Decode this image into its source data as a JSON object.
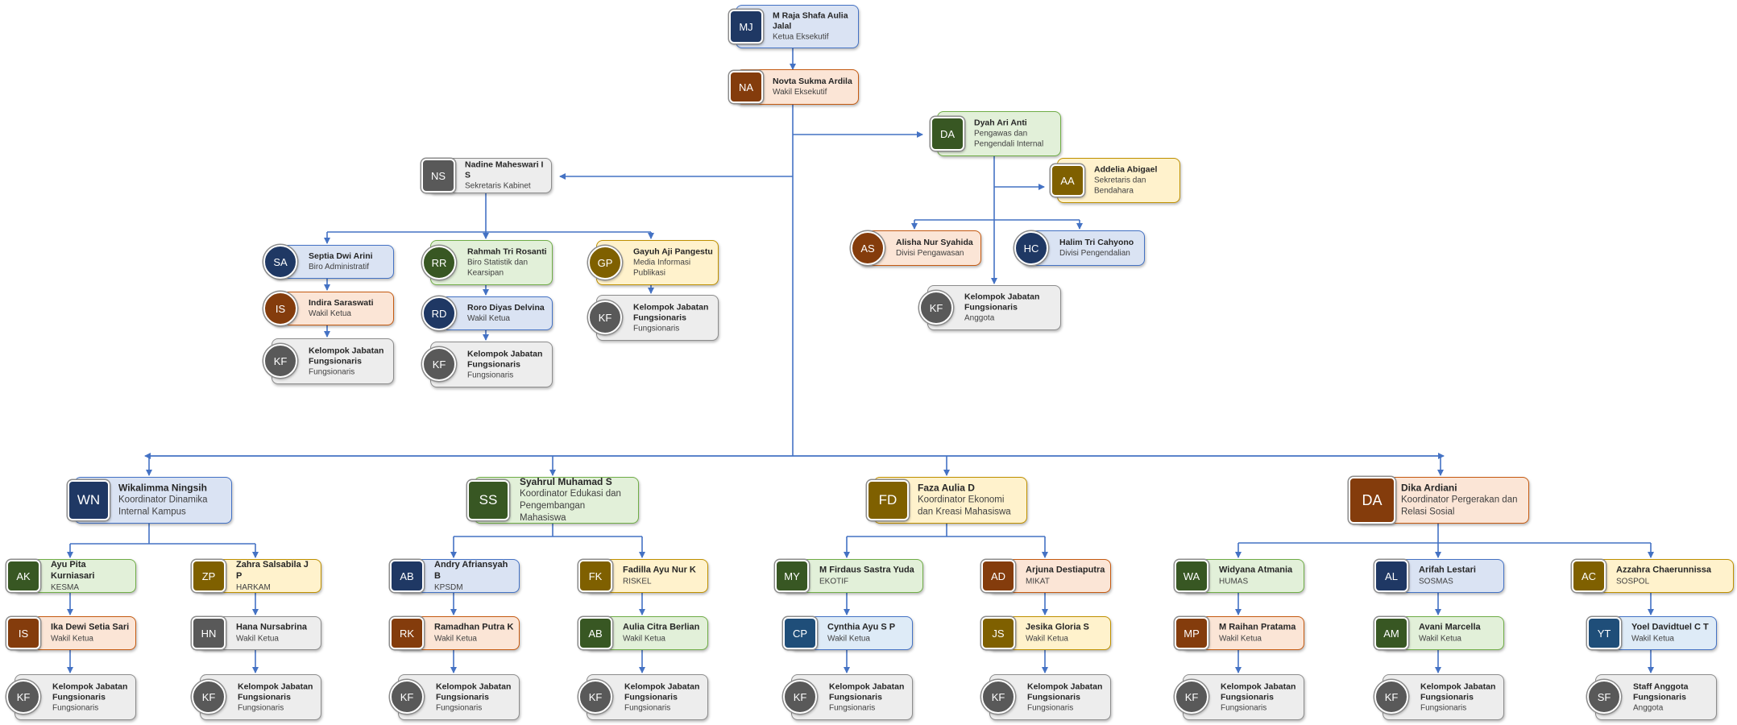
{
  "colors": {
    "connector": "#4472c4",
    "card_blue": "#dae3f3",
    "card_orange": "#fbe5d6",
    "card_green": "#e2f0d9",
    "card_yellow": "#fff2cc",
    "card_gray": "#ededed",
    "avatar_navy": "#1f3864",
    "avatar_brown": "#843c0c",
    "avatar_green": "#385723",
    "avatar_olive": "#7f6000",
    "avatar_gray": "#595959"
  },
  "nodes": {
    "ketua": {
      "initials": "MJ",
      "name": "M Raja Shafa Aulia Jalal",
      "role": "Ketua Eksekutif"
    },
    "wakil": {
      "initials": "NA",
      "name": "Novta Sukma Ardila",
      "role": "Wakil Eksekutif"
    },
    "pengawas": {
      "initials": "DA",
      "name": "Dyah Ari Anti",
      "role": "Pengawas dan Pengendali Internal"
    },
    "sekretaris_bendahara": {
      "initials": "AA",
      "name": "Addelia Abigael",
      "role": "Sekretaris dan Bendahara"
    },
    "div_pengawasan": {
      "initials": "AS",
      "name": "Alisha Nur Syahida",
      "role": "Divisi Pengawasan"
    },
    "div_pengendalian": {
      "initials": "HC",
      "name": "Halim Tri Cahyono",
      "role": "Divisi Pengendalian"
    },
    "kf_pengawas": {
      "initials": "KF",
      "name": "Kelompok Jabatan Fungsionaris",
      "role": "Anggota"
    },
    "sekkab": {
      "initials": "NS",
      "name": "Nadine Maheswari I S",
      "role": "Sekretaris Kabinet"
    },
    "biro_admin": {
      "initials": "SA",
      "name": "Septia Dwi Arini",
      "role": "Biro Administratif"
    },
    "biro_admin_wakil": {
      "initials": "IS",
      "name": "Indira Saraswati",
      "role": "Wakil Ketua"
    },
    "biro_admin_kf": {
      "initials": "KF",
      "name": "Kelompok Jabatan Fungsionaris",
      "role": "Fungsionaris"
    },
    "biro_statistik": {
      "initials": "RR",
      "name": "Rahmah Tri Rosanti",
      "role": "Biro Statistik dan Kearsipan"
    },
    "biro_statistik_wakil": {
      "initials": "RD",
      "name": "Roro Diyas Delvina",
      "role": "Wakil Ketua"
    },
    "biro_statistik_kf": {
      "initials": "KF",
      "name": "Kelompok Jabatan Fungsionaris",
      "role": "Fungsionaris"
    },
    "media": {
      "initials": "GP",
      "name": "Gayuh Aji Pangestu",
      "role": "Media Informasi Publikasi"
    },
    "media_kf": {
      "initials": "KF",
      "name": "Kelompok Jabatan Fungsionaris",
      "role": "Fungsionaris"
    },
    "koord_internal": {
      "initials": "WN",
      "name": "Wikalimma Ningsih",
      "role": "Koordinator Dinamika Internal Kampus"
    },
    "kesma": {
      "initials": "AK",
      "name": "Ayu Pita Kurniasari",
      "role": "KESMA"
    },
    "kesma_wakil": {
      "initials": "IS",
      "name": "Ika Dewi Setia Sari",
      "role": "Wakil Ketua"
    },
    "kesma_kf": {
      "initials": "KF",
      "name": "Kelompok Jabatan Fungsionaris",
      "role": "Fungsionaris"
    },
    "harkam": {
      "initials": "ZP",
      "name": "Zahra Salsabila J P",
      "role": "HARKAM"
    },
    "harkam_wakil": {
      "initials": "HN",
      "name": "Hana Nursabrina",
      "role": "Wakil Ketua"
    },
    "harkam_kf": {
      "initials": "KF",
      "name": "Kelompok Jabatan Fungsionaris",
      "role": "Fungsionaris"
    },
    "koord_edukasi": {
      "initials": "SS",
      "name": "Syahrul Muhamad S",
      "role": "Koordinator Edukasi dan Pengembangan Mahasiswa"
    },
    "kpsdm": {
      "initials": "AB",
      "name": "Andry Afriansyah B",
      "role": "KPSDM"
    },
    "kpsdm_wakil": {
      "initials": "RK",
      "name": "Ramadhan Putra K",
      "role": "Wakil Ketua"
    },
    "kpsdm_kf": {
      "initials": "KF",
      "name": "Kelompok Jabatan Fungsionaris",
      "role": "Fungsionaris"
    },
    "riskel": {
      "initials": "FK",
      "name": "Fadilla Ayu Nur K",
      "role": "RISKEL"
    },
    "riskel_wakil": {
      "initials": "AB",
      "name": "Aulia Citra Berlian",
      "role": "Wakil Ketua"
    },
    "riskel_kf": {
      "initials": "KF",
      "name": "Kelompok Jabatan Fungsionaris",
      "role": "Fungsionaris"
    },
    "koord_ekonomi": {
      "initials": "FD",
      "name": "Faza Aulia D",
      "role": "Koordinator Ekonomi dan Kreasi Mahasiswa"
    },
    "ekotif": {
      "initials": "MY",
      "name": "M Firdaus Sastra Yuda",
      "role": "EKOTIF"
    },
    "ekotif_wakil": {
      "initials": "CP",
      "name": "Cynthia Ayu S P",
      "role": "Wakil Ketua"
    },
    "ekotif_kf": {
      "initials": "KF",
      "name": "Kelompok Jabatan Fungsionaris",
      "role": "Fungsionaris"
    },
    "mikat": {
      "initials": "AD",
      "name": "Arjuna Destiaputra",
      "role": "MIKAT"
    },
    "mikat_wakil": {
      "initials": "JS",
      "name": "Jesika Gloria S",
      "role": "Wakil Ketua"
    },
    "mikat_kf": {
      "initials": "KF",
      "name": "Kelompok Jabatan Fungsionaris",
      "role": "Fungsionaris"
    },
    "koord_sosial": {
      "initials": "DA",
      "name": "Dika Ardiani",
      "role": "Koordinator Pergerakan dan Relasi Sosial"
    },
    "humas": {
      "initials": "WA",
      "name": "Widyana Atmania",
      "role": "HUMAS"
    },
    "humas_wakil": {
      "initials": "MP",
      "name": "M Raihan Pratama",
      "role": "Wakil Ketua"
    },
    "humas_kf": {
      "initials": "KF",
      "name": "Kelompok Jabatan Fungsionaris",
      "role": "Fungsionaris"
    },
    "sosmas": {
      "initials": "AL",
      "name": "Arifah Lestari",
      "role": "SOSMAS"
    },
    "sosmas_wakil": {
      "initials": "AM",
      "name": "Avani Marcella",
      "role": "Wakil Ketua"
    },
    "sosmas_kf": {
      "initials": "KF",
      "name": "Kelompok Jabatan Fungsionaris",
      "role": "Fungsionaris"
    },
    "sospol": {
      "initials": "AC",
      "name": "Azzahra Chaerunnissa",
      "role": "SOSPOL"
    },
    "sospol_wakil": {
      "initials": "YT",
      "name": "Yoel Davidtuel C T",
      "role": "Wakil Ketua"
    },
    "sospol_kf": {
      "initials": "SF",
      "name": "Staff Anggota Fungsionaris",
      "role": "Anggota"
    }
  }
}
